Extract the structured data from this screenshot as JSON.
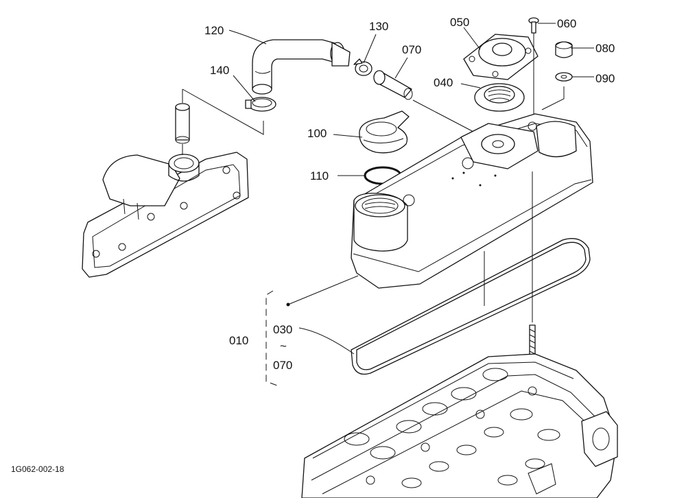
{
  "diagram_id": "1G062-002-18",
  "callouts": [
    {
      "id": "c120",
      "text": "120"
    },
    {
      "id": "c130",
      "text": "130"
    },
    {
      "id": "c070a",
      "text": "070"
    },
    {
      "id": "c050",
      "text": "050"
    },
    {
      "id": "c060",
      "text": "060"
    },
    {
      "id": "c080",
      "text": "080"
    },
    {
      "id": "c040",
      "text": "040"
    },
    {
      "id": "c090",
      "text": "090"
    },
    {
      "id": "c140",
      "text": "140"
    },
    {
      "id": "c100",
      "text": "100"
    },
    {
      "id": "c110",
      "text": "110"
    },
    {
      "id": "c010",
      "text": "010"
    },
    {
      "id": "c030",
      "text": "030"
    },
    {
      "id": "ctilde",
      "text": "~"
    },
    {
      "id": "c070b",
      "text": "070"
    }
  ]
}
